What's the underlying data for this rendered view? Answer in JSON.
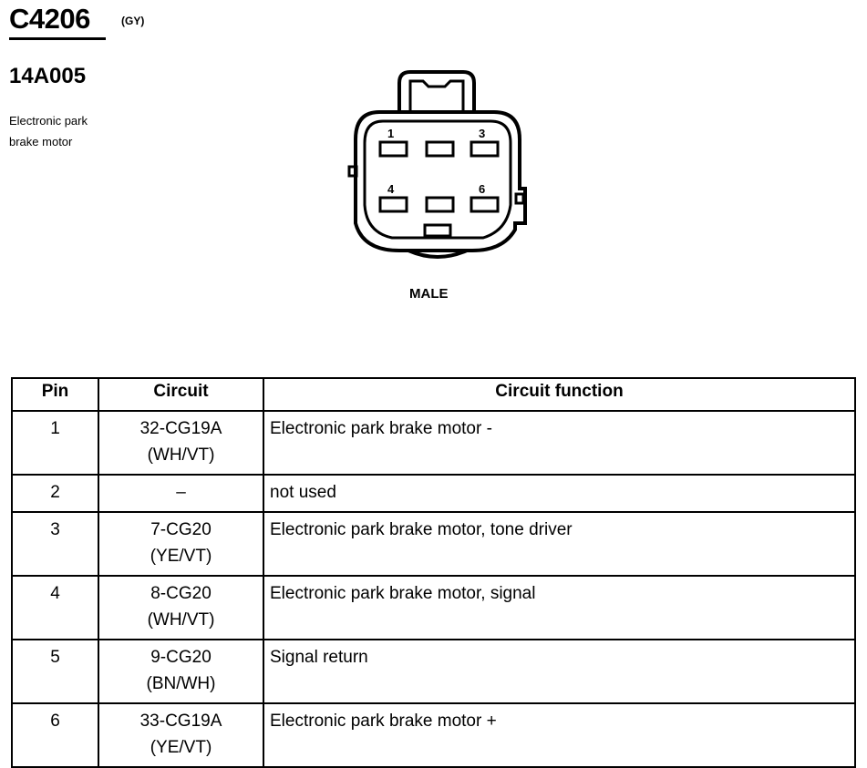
{
  "connector": {
    "code": "C4206",
    "color": "(GY)",
    "part_number": "14A005",
    "description_line1": "Electronic park",
    "description_line2": "brake motor",
    "view": "MALE",
    "pin_labels": [
      "1",
      "3",
      "4",
      "6"
    ]
  },
  "table": {
    "headers": {
      "pin": "Pin",
      "circuit": "Circuit",
      "function": "Circuit function"
    },
    "rows": [
      {
        "pin": "1",
        "circuit": "32-CG19A",
        "wire": "(WH/VT)",
        "function": "Electronic park brake motor -"
      },
      {
        "pin": "2",
        "circuit": "–",
        "wire": "",
        "function": "not used"
      },
      {
        "pin": "3",
        "circuit": "7-CG20",
        "wire": "(YE/VT)",
        "function": "Electronic park brake motor, tone driver"
      },
      {
        "pin": "4",
        "circuit": "8-CG20",
        "wire": "(WH/VT)",
        "function": "Electronic park brake motor, signal"
      },
      {
        "pin": "5",
        "circuit": "9-CG20",
        "wire": "(BN/WH)",
        "function": "Signal return"
      },
      {
        "pin": "6",
        "circuit": "33-CG19A",
        "wire": "(YE/VT)",
        "function": "Electronic park brake motor +"
      }
    ]
  }
}
